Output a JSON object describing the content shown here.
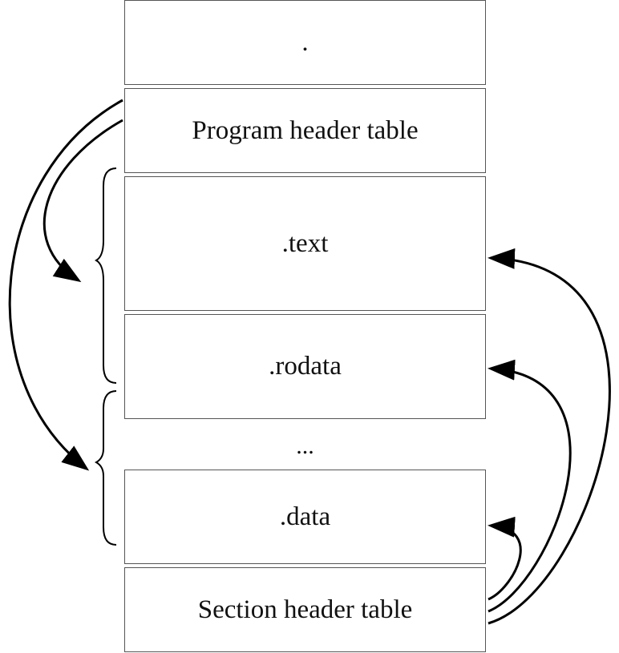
{
  "diagram": {
    "elf_header": ".",
    "program_header_table": "Program header table",
    "sections": {
      "text": ".text",
      "rodata": ".rodata",
      "ellipsis": "...",
      "data": ".data"
    },
    "section_header_table": "Section header table"
  },
  "colors": {
    "stroke": "#000000",
    "box_border": "#555555",
    "text": "#111111"
  },
  "icons": {
    "segment_brace": "left-curly-brace",
    "pointer_arrow": "curved-arrow"
  }
}
